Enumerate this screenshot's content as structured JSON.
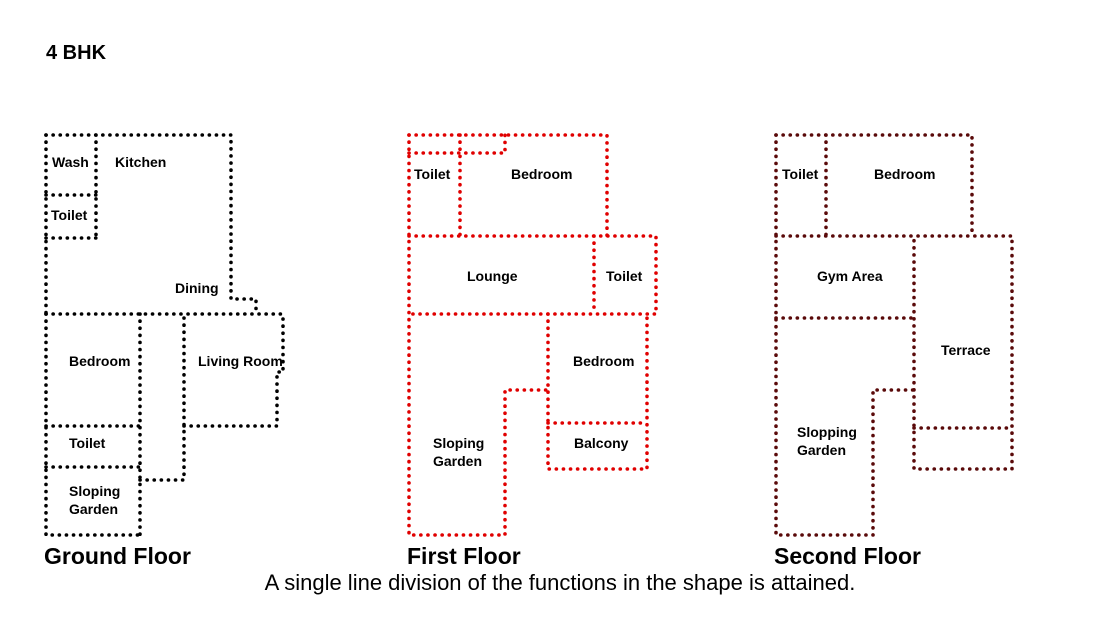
{
  "title": "4 BHK",
  "caption": "A single line division of the functions in the shape is attained.",
  "colors": {
    "ground": "#000000",
    "first": "#e00000",
    "second": "#5a0a0a"
  },
  "floors": [
    {
      "id": "ground",
      "label": "Ground Floor",
      "rooms": [
        "Wash",
        "Kitchen",
        "Toilet",
        "Dining",
        "Bedroom",
        "Living Room",
        "Toilet",
        "Sloping",
        "Garden"
      ]
    },
    {
      "id": "first",
      "label": "First Floor",
      "rooms": [
        "Toilet",
        "Bedroom",
        "Lounge",
        "Toilet",
        "Bedroom",
        "Sloping",
        "Garden",
        "Balcony"
      ]
    },
    {
      "id": "second",
      "label": "Second Floor",
      "rooms": [
        "Toilet",
        "Bedroom",
        "Gym Area",
        "Terrace",
        "Slopping",
        "Garden"
      ]
    }
  ]
}
